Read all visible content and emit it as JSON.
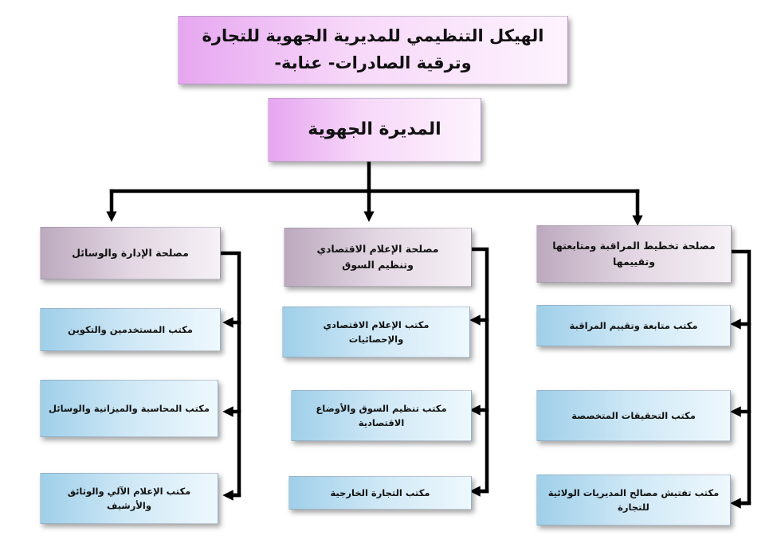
{
  "title": {
    "line1": "الهيكل التنظيمي للمديرية الجهوية للتجارة",
    "line2": "وترقية الصادرات- عنابة-"
  },
  "directorate": {
    "label": "المديرة الجهوية"
  },
  "services": [
    {
      "line1": "مصلحة تخطيط المراقبة ومتابعتها",
      "line2": "وتقييمها",
      "offices": [
        {
          "line1": "مكتب متابعة وتقييم المراقبة",
          "line2": ""
        },
        {
          "line1": "مكتب التحقيقات المتخصصة",
          "line2": ""
        },
        {
          "line1": "مكتب تفتيش مصالح المديريات الولائية",
          "line2": "للتجارة"
        }
      ]
    },
    {
      "line1": "مصلحة الإعلام الاقتصادي",
      "line2": "وتنظيم السوق",
      "offices": [
        {
          "line1": "مكتب الإعلام الاقتصادي",
          "line2": "والإحصائيات"
        },
        {
          "line1": "مكتب تنظيم السوق والأوضاع",
          "line2": "الاقتصادية"
        },
        {
          "line1": "مكتب التجارة الخارجية",
          "line2": ""
        }
      ]
    },
    {
      "line1": "مصلحة الإدارة والوسائل",
      "line2": "",
      "offices": [
        {
          "line1": "مكتب المستخدمين والتكوين",
          "line2": ""
        },
        {
          "line1": "مكتب المحاسبة والميزانية والوسائل",
          "line2": ""
        },
        {
          "line1": "مكتب الإعلام الآلي والوثائق",
          "line2": "والأرشيف"
        }
      ]
    }
  ]
}
